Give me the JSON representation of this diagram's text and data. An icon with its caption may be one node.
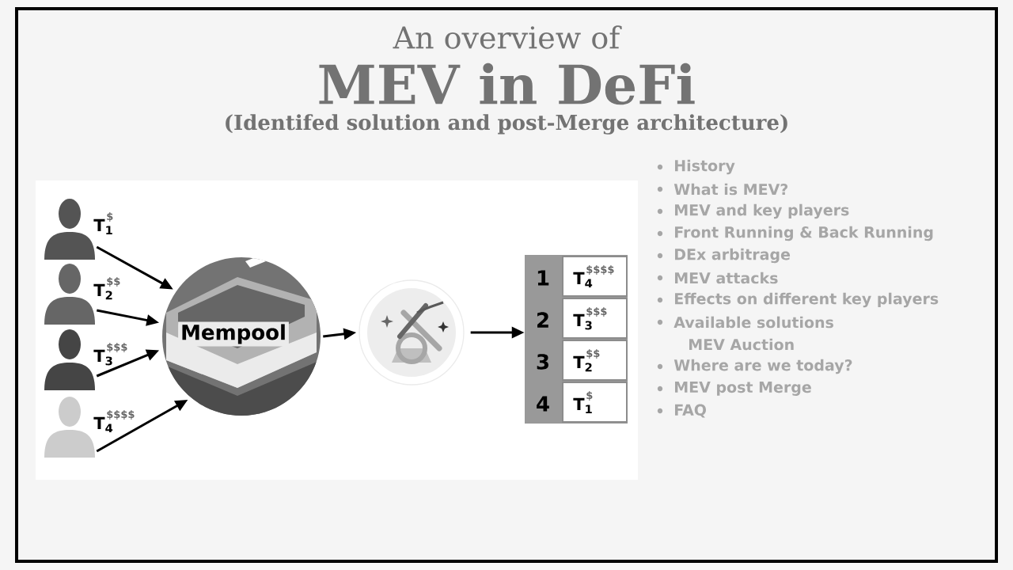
{
  "diagram": {
    "title": "MEV in DeFi",
    "nodes": [
      {
        "text": [],
        "shape": "person",
        "beside": [
          "T$_{1}$",
          "$"
        ]
      },
      {
        "text": [],
        "shape": "person",
        "beside": [
          "T$_{2}$",
          "$$"
        ]
      },
      {
        "text": [],
        "shape": "person",
        "beside": [
          "T$_{3}$",
          "$$$"
        ]
      },
      {
        "text": [],
        "shape": "person",
        "beside": [
          "T$_{4}$",
          "$$$$"
        ]
      },
      {
        "text": [
          "Mempool"
        ]
      },
      {
        "text": [],
        "shape": "picture"
      },
      {
        "text": [],
        "shape": "box"
      },
      {
        "text": [
          "1",
          "T$_{4}$",
          "$$$$"
        ],
        "in": 6
      },
      {
        "text": [
          "2",
          "T$_{3}$",
          "$$$"
        ],
        "in": 6
      },
      {
        "text": [
          "3",
          "T$_{2}$",
          "$$"
        ],
        "in": 6
      },
      {
        "text": [
          "4",
          "T$_{1}$",
          "$"
        ],
        "in": 6
      }
    ],
    "edges": [
      {
        "from": 0,
        "to": 4,
        "arrow": "to"
      },
      {
        "from": 1,
        "to": 4,
        "arrow": "to"
      },
      {
        "from": 2,
        "to": 4,
        "arrow": "to"
      },
      {
        "from": 3,
        "to": 4,
        "arrow": "to"
      },
      {
        "from": 4,
        "to": 5,
        "arrow": "to"
      },
      {
        "from": 5,
        "to": 6,
        "arrow": "to"
      }
    ],
    "labels": [
      "An overview of",
      "(Identifed solution and post-Merge architecture)",
      "History",
      "What is MEV?",
      "MEV and key players",
      "Front Running & Back Running",
      "DEx arbitrage",
      "MEV attacks",
      "Effects on different key players",
      "Available solutions",
      "MEV Auction",
      "Where are we today?",
      "MEV post Merge",
      "FAQ"
    ]
  }
}
